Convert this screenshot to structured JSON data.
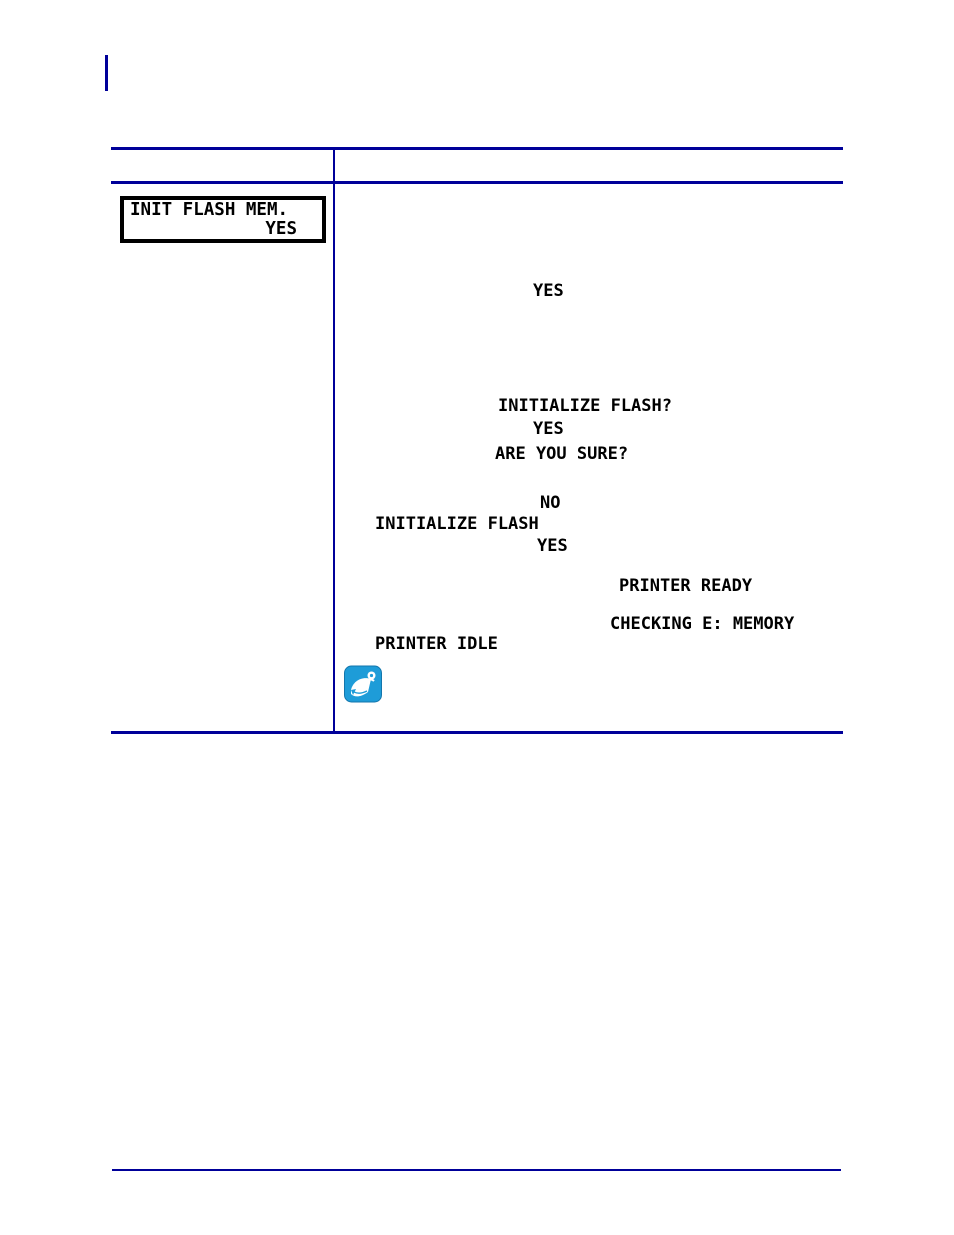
{
  "colors": {
    "rule_blue": "#000099",
    "lcd_border_black": "#000000",
    "text_black": "#000000",
    "icon_blue": "#1E9CD8",
    "page_background": "#ffffff"
  },
  "lcd_display": {
    "line1": "INIT FLASH MEM.",
    "line2": "YES"
  },
  "action_column": {
    "lines": [
      "YES",
      "INITIALIZE FLASH?",
      "YES",
      "ARE YOU SURE?",
      "NO",
      "INITIALIZE FLASH",
      "YES",
      "PRINTER READY",
      "CHECKING E: MEMORY",
      "PRINTER IDLE"
    ]
  },
  "icons": {
    "note": "note-icon"
  }
}
